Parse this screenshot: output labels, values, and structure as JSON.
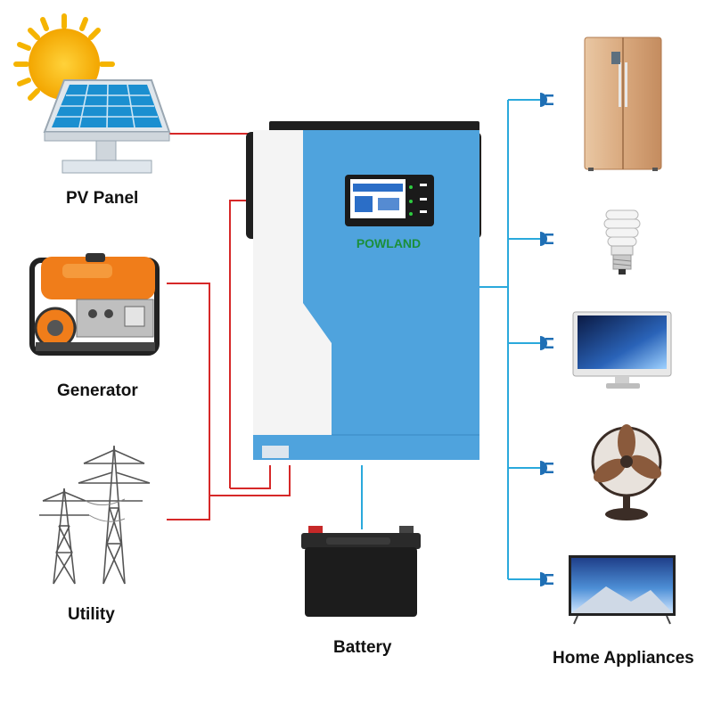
{
  "labels": {
    "pv_panel": "PV Panel",
    "generator": "Generator",
    "utility": "Utility",
    "battery": "Battery",
    "home_appliances": "Home Appliances"
  },
  "inverter": {
    "brand": "POWLAND"
  },
  "colors": {
    "ac_input_wire": "#d62828",
    "output_wire": "#2aa9dc",
    "inverter_body": "#4fa3dd",
    "outlet_plug": "#1f6fb5"
  },
  "icons": [
    "sun-icon",
    "solar-panel-icon",
    "generator-icon",
    "power-tower-icon",
    "inverter-icon",
    "battery-icon",
    "refrigerator-icon",
    "light-bulb-icon",
    "monitor-icon",
    "fan-icon",
    "tv-icon",
    "plug-icon"
  ]
}
